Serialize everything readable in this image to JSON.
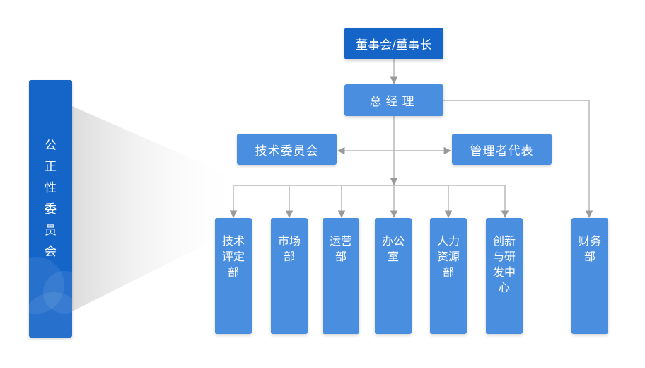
{
  "diagram": {
    "board": "董事会/董事长",
    "general_manager": "总经理",
    "tech_committee": "技术委员会",
    "management_rep": "管理者代表",
    "fairness_committee": "公正性委员会",
    "departments": [
      "技术评定部",
      "市场部",
      "运营部",
      "办公室",
      "人力资源部",
      "创新与研发中心",
      "财务部"
    ]
  },
  "colors": {
    "dark_blue": "#1565c8",
    "box_blue": "#4a8ee0",
    "connector": "#b9b9b9",
    "arrow": "#9a9a9a"
  }
}
